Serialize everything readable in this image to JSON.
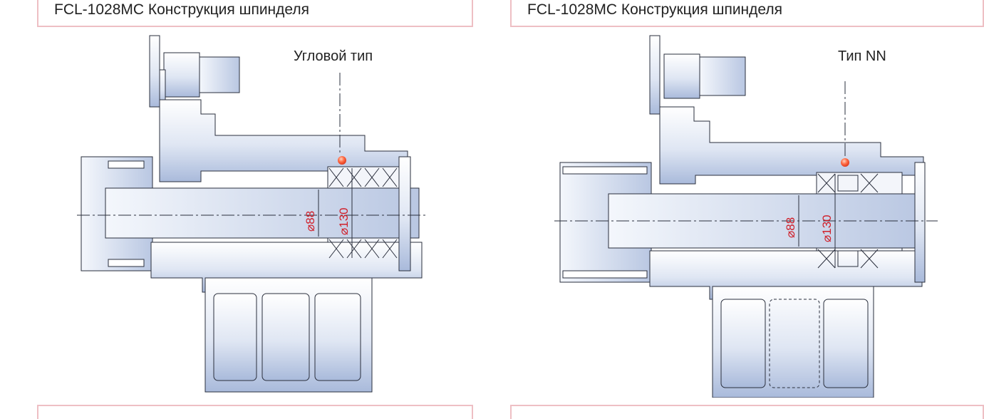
{
  "panels": [
    {
      "title": "FCL-1028MC Конструкция шпинделя",
      "type_label": "Угловой тип",
      "dimensions": [
        "⌀88",
        "⌀130"
      ]
    },
    {
      "title": "FCL-1028MC Конструкция шпинделя",
      "type_label": "Тип NN",
      "dimensions": [
        "⌀88",
        "⌀130"
      ]
    }
  ],
  "colors": {
    "frame_border": "#eebfc4",
    "dimension": "#d0202a",
    "marker": "#ff5a3c",
    "part_fill": "#c8d4ea"
  }
}
